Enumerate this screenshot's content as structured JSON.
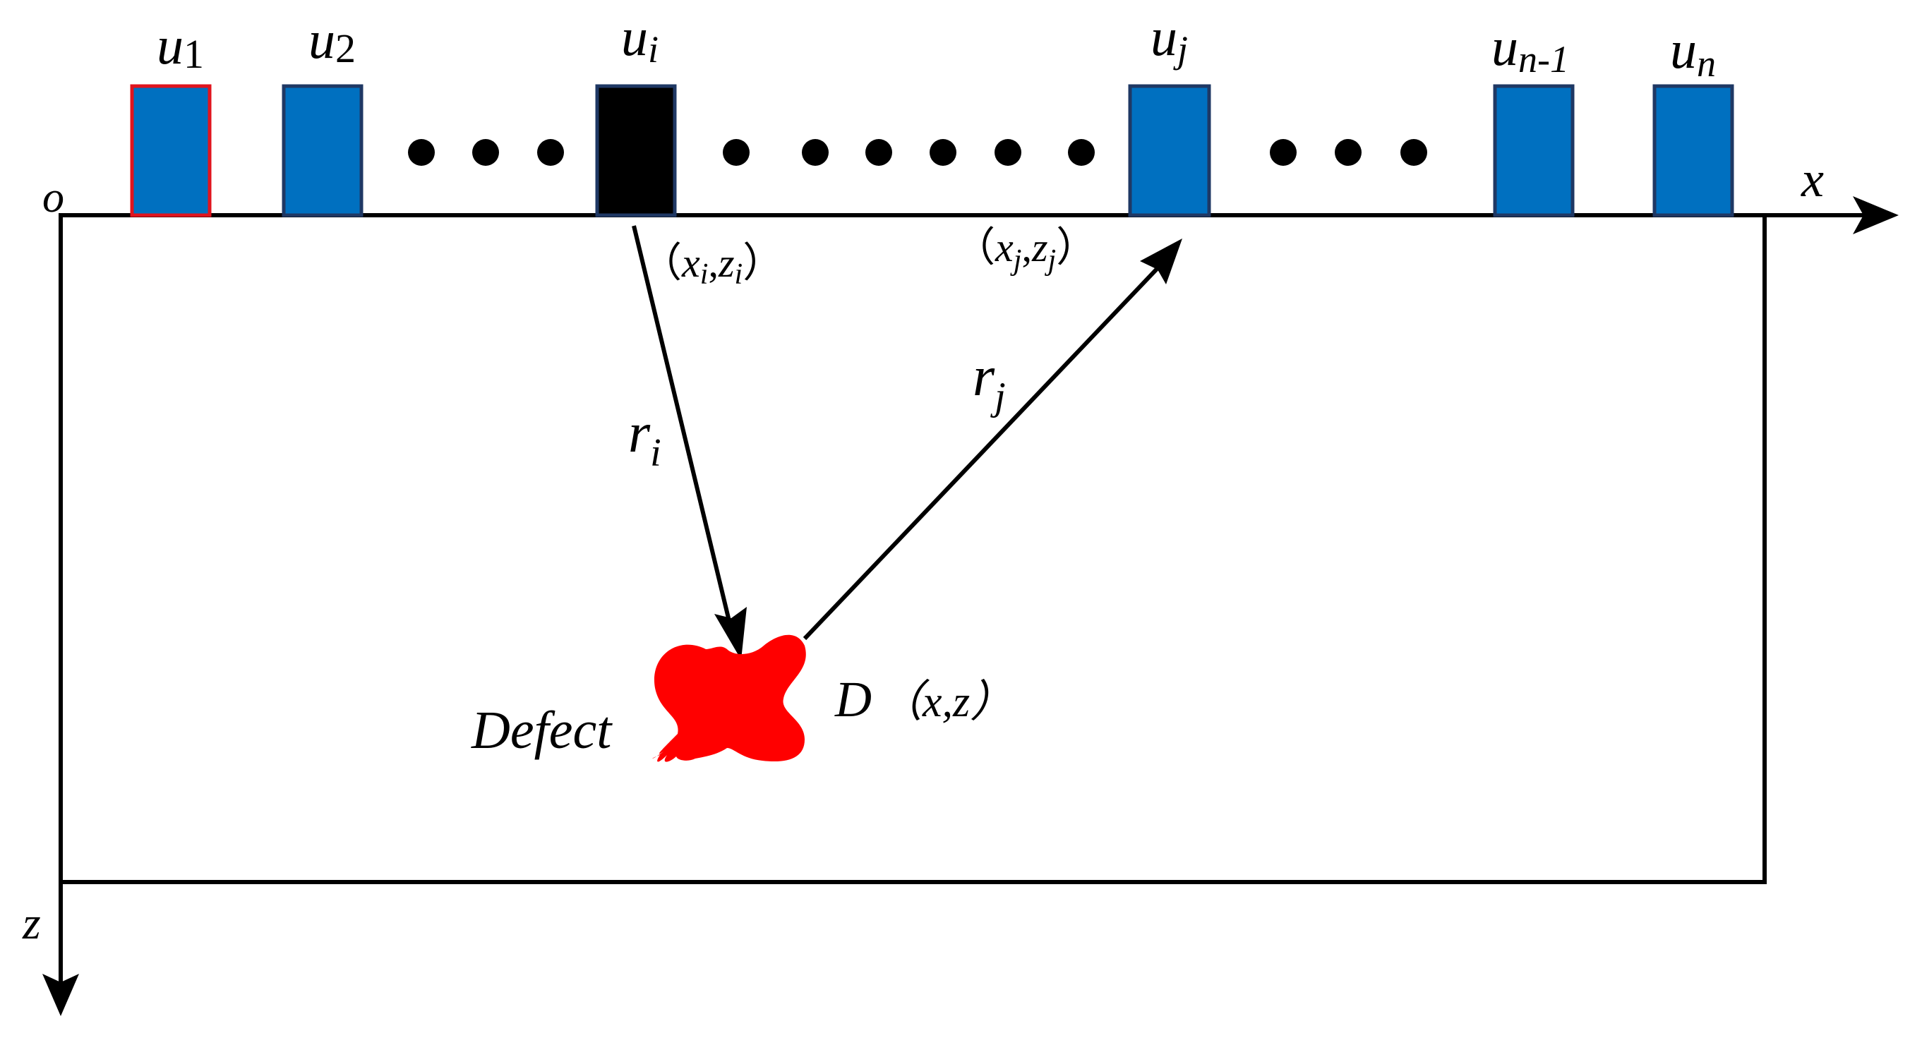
{
  "colors": {
    "element_fill": "#0070C0",
    "element_stroke": "#1F3864",
    "first_element_stroke": "#E0141E",
    "active_element_fill": "#000000",
    "defect_fill": "#FF0000",
    "line": "#000000"
  },
  "axes": {
    "origin_label": "o",
    "x_label": "x",
    "z_label": "z"
  },
  "elements": [
    {
      "base": "u",
      "sub": "1",
      "sub_italic": false,
      "state": "first"
    },
    {
      "base": "u",
      "sub": "2",
      "sub_italic": false,
      "state": "normal"
    },
    {
      "base": "u",
      "sub": "i",
      "sub_italic": true,
      "state": "transmit"
    },
    {
      "base": "u",
      "sub": "j",
      "sub_italic": true,
      "state": "normal"
    },
    {
      "base": "u",
      "sub": "n-1",
      "sub_italic": true,
      "state": "normal"
    },
    {
      "base": "u",
      "sub": "n",
      "sub_italic": true,
      "state": "normal"
    }
  ],
  "coords": {
    "i": {
      "open": "（",
      "x": "x",
      "z": "z",
      "sub": "i",
      "comma": ",",
      "close": "）"
    },
    "j": {
      "open": "（",
      "x": "x",
      "z": "z",
      "sub": "j",
      "comma": ",",
      "close": "）"
    }
  },
  "paths": {
    "ri": {
      "base": "r",
      "sub": "i"
    },
    "rj": {
      "base": "r",
      "sub": "j"
    }
  },
  "defect": {
    "label": "Defect",
    "point_name": "D",
    "point_coord": "（x,z）"
  }
}
